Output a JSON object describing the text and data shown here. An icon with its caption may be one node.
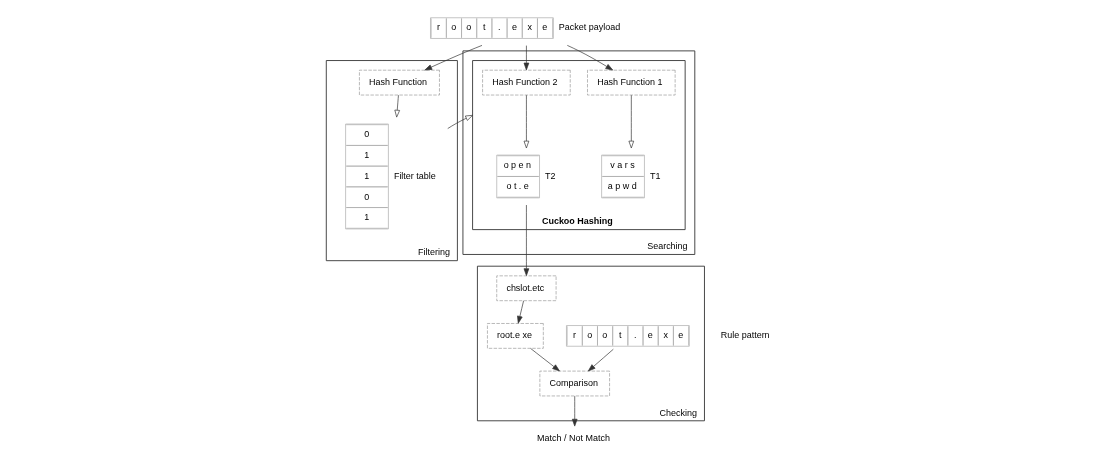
{
  "diagram": {
    "nodes": [
      {
        "text": [
          "r",
          "o",
          "o",
          "t",
          ".",
          "e",
          "x",
          "e"
        ],
        "beside": [
          "Packet payload"
        ]
      },
      {
        "text": [
          "Filtering"
        ]
      },
      {
        "text": [
          "Hash Function"
        ],
        "in": 1
      },
      {
        "text": [
          "0",
          "1",
          "1",
          "0",
          "1"
        ],
        "beside": [
          "Filter table"
        ],
        "in": 1
      },
      {
        "text": [
          "Searching"
        ]
      },
      {
        "text": [
          "Cuckoo Hashing"
        ],
        "in": 4
      },
      {
        "text": [
          "Hash Function 1"
        ],
        "in": 5
      },
      {
        "text": [
          "Hash Function 2"
        ],
        "in": 5
      },
      {
        "text": [
          "v a r s",
          "a p w d"
        ],
        "beside": [
          "T1"
        ],
        "in": 5
      },
      {
        "text": [
          "o p e n",
          "o t . e"
        ],
        "beside": [
          "T2"
        ],
        "in": 5
      },
      {
        "text": [
          "Checking"
        ]
      },
      {
        "text": [
          "r",
          "o",
          "o",
          "t",
          ".",
          "e",
          "x",
          "e"
        ],
        "in": 10
      },
      {
        "text": [
          "Comparison"
        ],
        "in": 10
      },
      {
        "text": [
          "chslot.etc"
        ],
        "in": 10
      },
      {
        "text": [
          "root.e xe"
        ],
        "in": 10
      },
      {
        "text": [
          "Match / Not Match"
        ]
      }
    ],
    "edges": [
      {
        "from": 0,
        "to": 2,
        "arrow": "to"
      },
      {
        "from": 0,
        "to": 6,
        "arrow": "to"
      },
      {
        "from": 0,
        "to": 7,
        "arrow": "to"
      },
      {
        "from": 2,
        "to": 3,
        "arrow": "to"
      },
      {
        "from": 3,
        "to": 5,
        "arrow": "to"
      },
      {
        "from": 6,
        "to": 8,
        "arrow": "to"
      },
      {
        "from": 7,
        "to": 9,
        "arrow": "to"
      },
      {
        "from": 9,
        "to": 13,
        "arrow": "to"
      },
      {
        "from": 13,
        "to": 14,
        "arrow": "to"
      },
      {
        "from": 11,
        "to": 12,
        "arrow": "to"
      },
      {
        "from": 14,
        "to": 12,
        "arrow": "to"
      },
      {
        "from": 12,
        "to": 15,
        "arrow": "to"
      }
    ],
    "labels": [
      "Rule pattern"
    ]
  }
}
